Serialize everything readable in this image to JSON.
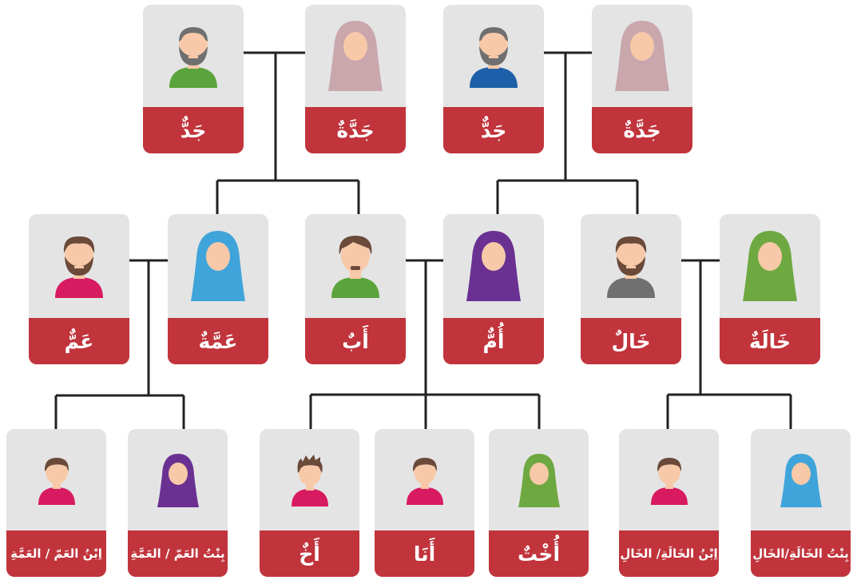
{
  "colors": {
    "card_bg": "#e4e4e5",
    "label_bg": "#c1343c",
    "label_text": "#ffffff",
    "line": "#222222",
    "skin": "#f7c9a8",
    "beard": "#6b4a3a",
    "gray_hair": "#6f6f6f",
    "shirt_green": "#5ba33b",
    "shirt_blue": "#1d5fa8",
    "shirt_pink": "#d81b60",
    "shirt_gray": "#707070",
    "hijab_mauve": "#c9a7ad",
    "hijab_blue": "#3fa4d9",
    "hijab_purple": "#6a3192",
    "hijab_green": "#6ea840"
  },
  "row1": {
    "grandfather_paternal": "جَدٌّ",
    "grandmother_paternal": "جَدَّةٌ",
    "grandfather_maternal": "جَدٌّ",
    "grandmother_maternal": "جَدَّةٌ"
  },
  "row2": {
    "uncle_paternal": "عَمٌّ",
    "aunt_paternal": "عَمَّةٌ",
    "father": "أَبٌ",
    "mother": "أُمٌّ",
    "uncle_maternal": "خَالٌ",
    "aunt_maternal": "خَالَةٌ"
  },
  "row3": {
    "cousin_son_paternal": "اِبْنُ العَمّ / العَمَّةِ",
    "cousin_daughter_paternal": "بِنْتُ العَمّ / العَمَّةِ",
    "brother": "أَخٌ",
    "me": "أَنَا",
    "sister": "أُخْتٌ",
    "cousin_son_maternal": "اِبْنُ الخَالَةِ/ الخَالِ",
    "cousin_daughter_maternal": "بِنْتُ الخَالَةِ/الخَالِ"
  },
  "icons": {
    "grandfather_paternal": "elderly-man-icon",
    "grandmother_paternal": "hijab-woman-icon",
    "grandfather_maternal": "elderly-man-icon",
    "grandmother_maternal": "hijab-woman-icon",
    "uncle_paternal": "bearded-man-icon",
    "aunt_paternal": "hijab-woman-icon",
    "father": "man-icon",
    "mother": "hijab-woman-icon",
    "uncle_maternal": "bearded-man-icon",
    "aunt_maternal": "hijab-woman-icon",
    "cousin_son_paternal": "boy-icon",
    "cousin_daughter_paternal": "hijab-girl-icon",
    "brother": "boy-icon",
    "me": "boy-icon",
    "sister": "hijab-girl-icon",
    "cousin_son_maternal": "boy-icon",
    "cousin_daughter_maternal": "hijab-girl-icon"
  }
}
